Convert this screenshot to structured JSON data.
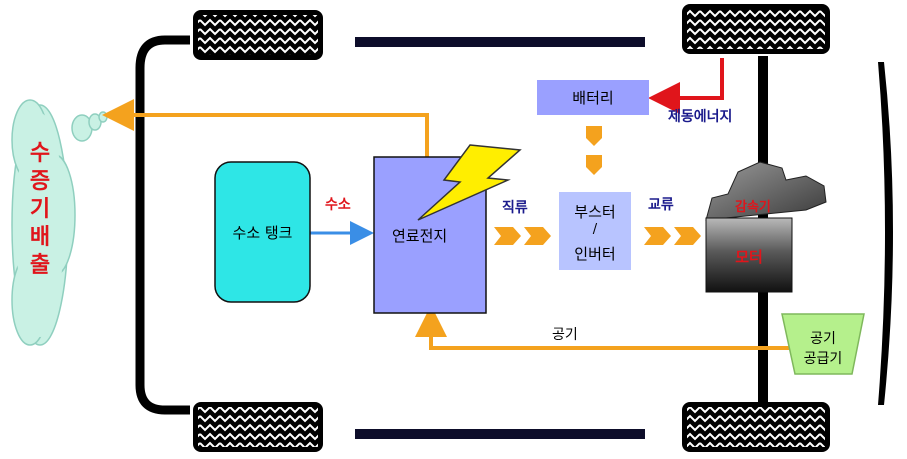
{
  "diagram": {
    "exhaust_label": "수증기배출",
    "tank_label": "수소 탱크",
    "hydrogen_label": "수소",
    "fuel_cell_label": "연료전지",
    "battery_label": "배터리",
    "regen_label": "제동에너지",
    "dc_label": "직류",
    "booster_label_top": "부스터",
    "booster_label_sep": "/",
    "booster_label_bottom": "인버터",
    "ac_label": "교류",
    "reducer_label": "감속기",
    "motor_label": "모터",
    "air_label": "공기",
    "air_supply_label_top": "공기",
    "air_supply_label_bottom": "공급기"
  },
  "colors": {
    "orange_flow": "#f4a21e",
    "red_flow": "#e0151b",
    "blue_flow": "#3a8ee6",
    "tank_fill": "#2ee6e6",
    "fuel_cell_fill": "#9aa0ff",
    "battery_fill": "#9aa0ff",
    "booster_fill": "#b8c4ff",
    "air_supply_fill": "#b5f08c",
    "label_blue": "#1a1a8c",
    "label_red": "#e0151b",
    "cloud_fill": "#c9f1e4"
  }
}
